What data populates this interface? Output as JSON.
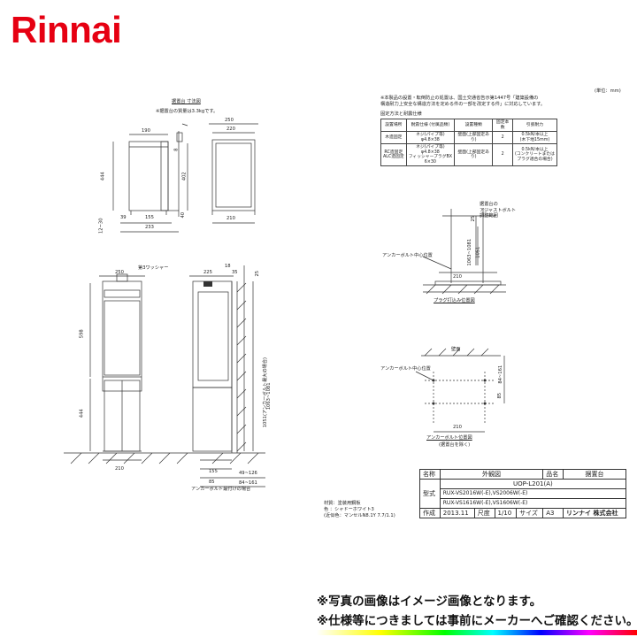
{
  "logo": {
    "text": "Rinnai",
    "color": "#e60012"
  },
  "unit_note": "(単位：mm)",
  "stand_title": "据置台 寸法図",
  "stand_weight": "※据置台の質量は3.3kgです。",
  "stand_dims": {
    "top1": "190",
    "top2": "250",
    "top3": "220",
    "h444": "444",
    "h402": "402",
    "b39": "39",
    "b155": "155",
    "b233": "233",
    "b210": "210",
    "l1230": "12~30",
    "r40": "40",
    "m8": "8"
  },
  "note_lines": [
    "※本製品の設置・転倒防止の処置は、国土交通省告示第1447号「建築設備の",
    "構造耐力上安全な構造方法を定める件の一部を改定する件」に対応しています。"
  ],
  "fixing_title": "固定方法と耐震仕様",
  "fixing_table": {
    "headers": [
      "設置場所",
      "耐震仕様\n(付属品類)",
      "設置種類",
      "固定本数",
      "引張耐力"
    ],
    "rows": [
      [
        "木造固定",
        "ネジ(パイプ等)\nφ4.8×38",
        "壁面(上部固定あり)",
        "2",
        "0.5kN/本以上\n(木下地15mm)"
      ],
      [
        "RC造固定\nALC造固定",
        "ネジ(パイプ等)\nφ4.8×38\nフィッシャープラグBX\n6×30",
        "壁面(上部固定あり)",
        "2",
        "0.5kN/本以上\n(コンクリートまたは\nプラグ適合の場合)"
      ]
    ]
  },
  "front": {
    "label_washer": "第3ワッシャー",
    "w250": "250",
    "h598": "598",
    "h444": "444",
    "w210": "210"
  },
  "side": {
    "w225": "225",
    "w18": "18",
    "w35": "35",
    "v25": "25",
    "vlabel1": "1051(アンカーボルト最大の場合)",
    "vlabel2": "1063~1081",
    "b155": "155",
    "b85": "85",
    "b49": "49~126",
    "b84": "84~161",
    "anchor_note": "アンカーボルト最付けの場合"
  },
  "adjust": {
    "label_bolt": "据置台の\nアジャストボルト\n調整範囲",
    "v25": "25",
    "v1063": "1063~1081",
    "v1051": "1051",
    "anchor_center": "アンカーボルト中心位置",
    "w210": "210",
    "plug_title": "プラグ打込み位置図"
  },
  "anchor": {
    "wall": "壁面",
    "center": "アンカーボルト中心位置",
    "d84": "84~161",
    "d85": "85",
    "w210": "210",
    "title": "アンカーボルト位置図",
    "sub": "(据置台を除く)"
  },
  "material": [
    "材質：塗装用鋼板",
    "色 ：シャドーホワイト3",
    "(近似色：マンセルN8.1Y 7.7/1.1)"
  ],
  "title_block": {
    "name_k": "名称",
    "name_v": "外観図",
    "pname_k": "品名",
    "pname_v": "据置台",
    "model_k": "型式",
    "model_no": "UOP-L201(A)",
    "models": [
      "RUX-VS2016W(-E),VS2006W(-E)",
      "RUX-VS1616W(-E),VS1606W(-E)"
    ],
    "date_k": "作成",
    "date_v": "2013.11",
    "scale_k": "尺度",
    "scale_v": "1/10",
    "size_k": "サイズ",
    "size_v": "A3",
    "maker": "リンナイ 株式会社"
  },
  "notices": [
    "※写真の画像はイメージ画像となります。",
    "※仕様等につきましては事前にメーカーへご確認ください。"
  ]
}
